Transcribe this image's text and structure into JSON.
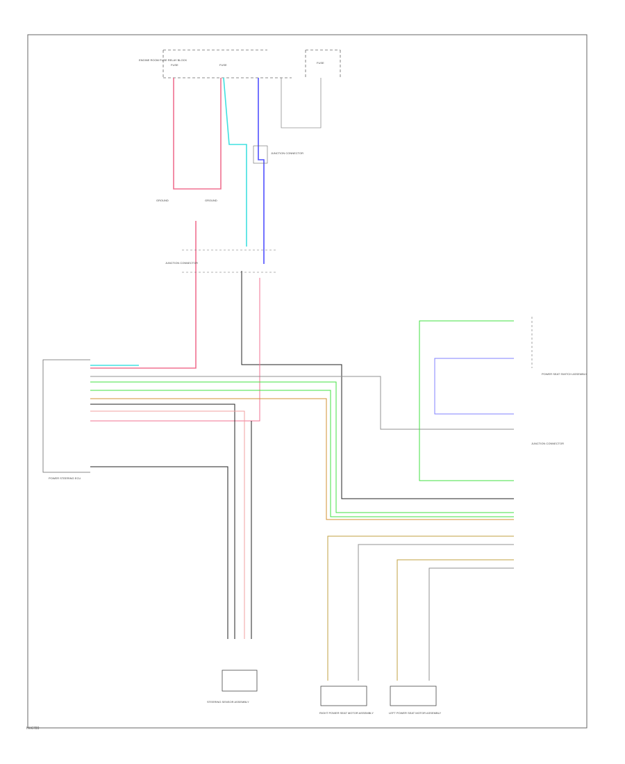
{
  "footer_code": "HH6789",
  "components": {
    "fuse_relay_block": "ENGINE ROOM FUSE RELAY BLOCK",
    "ecu": "POWER STEERING ECU",
    "sensor_assembly": "STEERING SENSOR ASSEMBLY",
    "motor_right": "RIGHT POWER SEAT MOTOR ASSEMBLY",
    "motor_left": "LEFT POWER SEAT MOTOR ASSEMBLY",
    "switch_assembly": "POWER SEAT SWITCH ASSEMBLY",
    "junction_1": "JUNCTION CONNECTOR",
    "junction_2": "JUNCTION CONNECTOR",
    "junction_3": "JUNCTION CONNECTOR",
    "ground_1": "GROUND",
    "ground_2": "GROUND",
    "fuse_left": "FUSE",
    "fuse_mid": "FUSE",
    "fuse_right": "FUSE"
  },
  "wire_colors": {
    "red": "#f07090",
    "cyan": "#40e0e0",
    "blue": "#5050ff",
    "green": "#40e040",
    "dark": "#202020",
    "gray": "#909090",
    "orange": "#d09030",
    "tan": "#c0a040",
    "yellow": "#e0e040",
    "pink": "#f0a0a0",
    "lightblue": "#8080ff"
  }
}
